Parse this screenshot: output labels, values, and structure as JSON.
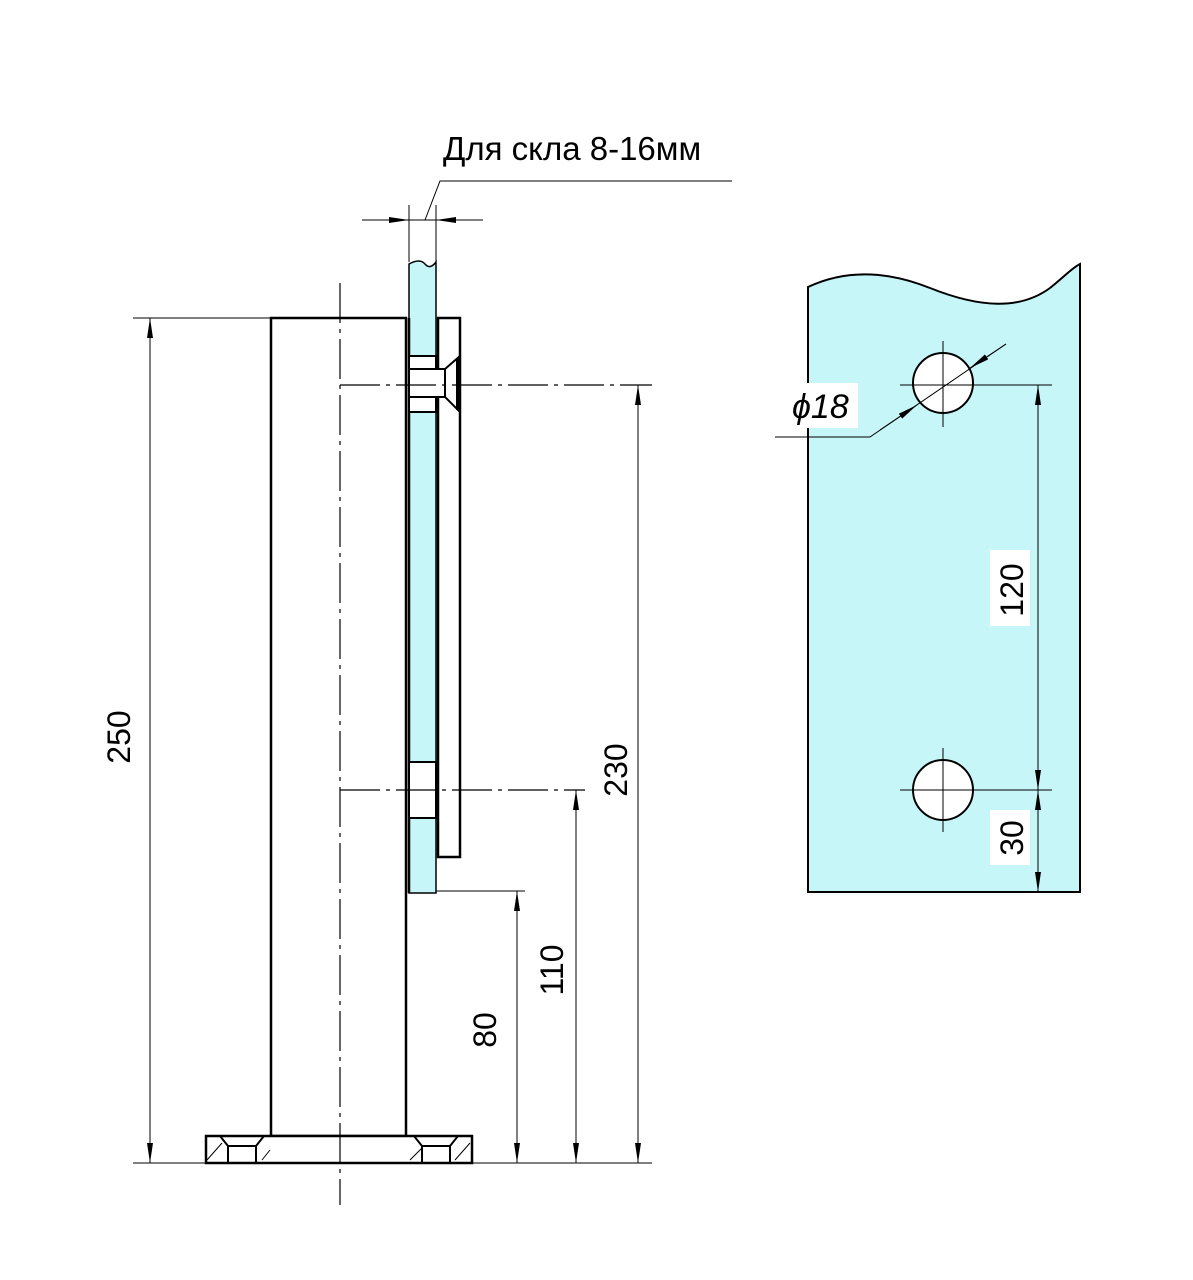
{
  "title": "Для скла 8-16мм",
  "colors": {
    "glass": "#c6f6f8",
    "line": "#000000"
  },
  "side_view": {
    "dimensions": {
      "total_height": "250",
      "upper_hole": "230",
      "lower_hole": "110",
      "glass_bottom": "80"
    }
  },
  "front_view": {
    "hole_diameter": "ϕ18",
    "dimensions": {
      "hole_spacing": "120",
      "bottom_offset": "30"
    }
  }
}
